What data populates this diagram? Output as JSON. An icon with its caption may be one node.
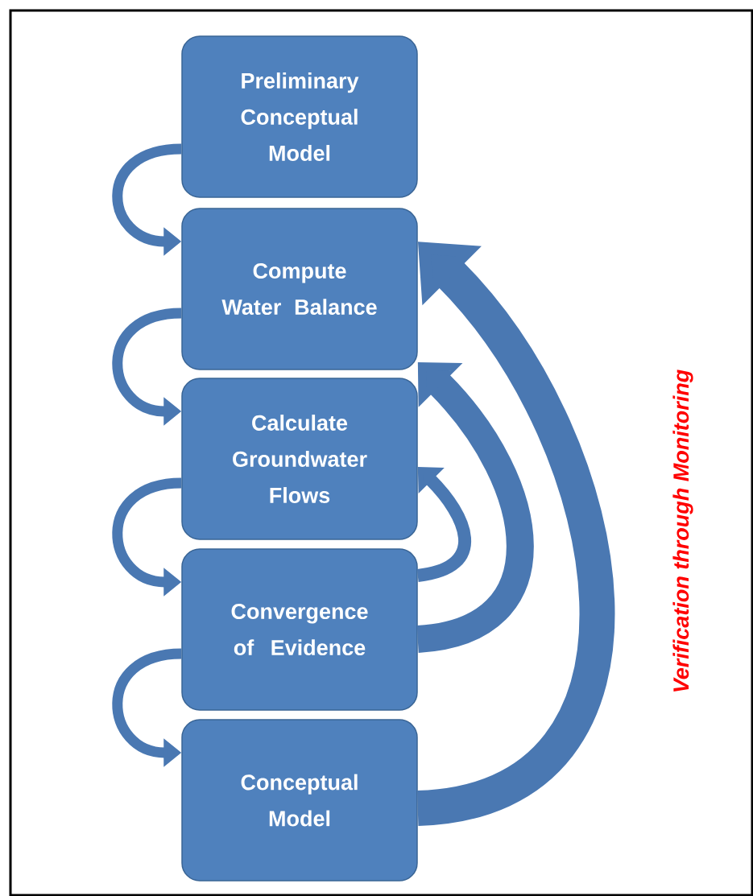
{
  "diagram": {
    "nodes": [
      {
        "text": [
          "Preliminary Conceptual Model"
        ]
      },
      {
        "text": [
          "Compute Water Balance"
        ]
      },
      {
        "text": [
          "Calculate Groundwater Flows"
        ]
      },
      {
        "text": [
          "Convergence of Evidence"
        ]
      },
      {
        "text": [
          "Conceptual Model"
        ]
      }
    ],
    "edges": [
      {
        "from": 0,
        "to": 1,
        "arrow": "to"
      },
      {
        "from": 1,
        "to": 2,
        "arrow": "to"
      },
      {
        "from": 2,
        "to": 3,
        "arrow": "to"
      },
      {
        "from": 3,
        "to": 4,
        "arrow": "to"
      },
      {
        "from": 3,
        "to": 2,
        "arrow": "to"
      },
      {
        "from": 3,
        "to": 1,
        "arrow": "to",
        "style": "thick"
      },
      {
        "from": 4,
        "to": 1,
        "arrow": "to",
        "style": "thick",
        "label": "Verification through Monitoring"
      }
    ]
  }
}
